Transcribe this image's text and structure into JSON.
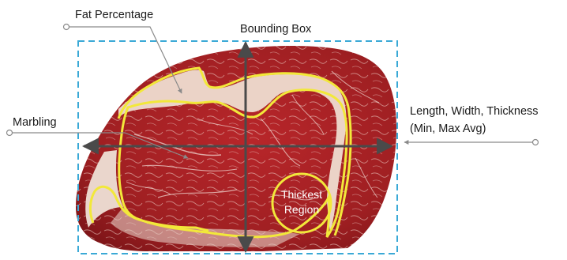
{
  "labels": {
    "fat_percentage": "Fat Percentage",
    "bounding_box": "Bounding Box",
    "marbling": "Marbling",
    "dimensions_line1": "Length, Width, Thickness",
    "dimensions_line2": "(Min, Max Avg)",
    "thickest_line1": "Thickest",
    "thickest_line2": "Region"
  },
  "colors": {
    "meat_dark": "#8e1a1c",
    "meat_red": "#b8262a",
    "fat": "#eed9cf",
    "outline": "#f2e83a",
    "bounding_box": "#3aa9d6",
    "axes": "#4a4a4a",
    "leader": "#8a8a8a"
  }
}
